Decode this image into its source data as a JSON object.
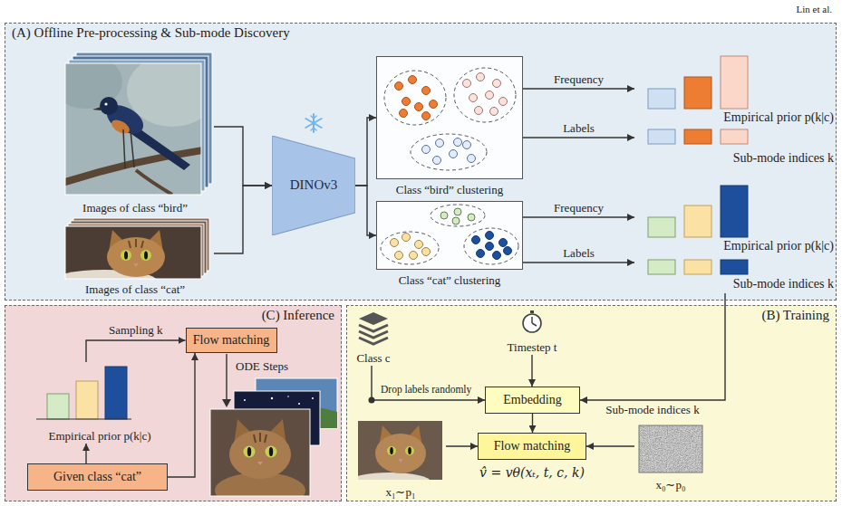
{
  "diagram": {
    "nodes": [
      {
        "text": [
          "(A) Offline Pre-processing & Sub-mode Discovery"
        ]
      },
      {
        "text": [
          "Images of class “bird”"
        ],
        "in": 0
      },
      {
        "text": [
          "Images of class “cat”"
        ],
        "in": 0
      },
      {
        "text": [
          "DINOv3"
        ],
        "in": 0
      },
      {
        "text": [
          "Class “bird” clustering"
        ],
        "in": 0
      },
      {
        "text": [
          "Empirical prior p(k|c)"
        ],
        "in": 0
      },
      {
        "text": [
          "Sub-mode indices k"
        ],
        "in": 0
      },
      {
        "text": [
          "Class “cat” clustering"
        ],
        "in": 0
      },
      {
        "text": [
          "Empirical prior p(k|c)"
        ],
        "in": 0
      },
      {
        "text": [
          "Sub-mode indices k"
        ],
        "in": 0
      },
      {
        "text": [
          "(C) Inference"
        ]
      },
      {
        "text": [
          "Flow matching"
        ],
        "in": 10
      },
      {
        "text": [
          "Empirical prior p(k|c)"
        ],
        "in": 10
      },
      {
        "text": [
          "Given class “cat”"
        ],
        "in": 10
      },
      {
        "text": [
          "(B) Training"
        ]
      },
      {
        "text": [
          "Class c"
        ],
        "in": 14
      },
      {
        "text": [
          "Timestep t"
        ],
        "in": 14
      },
      {
        "text": [
          "Embedding"
        ],
        "in": 14
      },
      {
        "text": [
          "Flow matching"
        ],
        "in": 14
      },
      {
        "text": [
          "x₁∼p₁"
        ],
        "in": 14
      },
      {
        "text": [
          "x₀∼p₀"
        ],
        "in": 14
      }
    ],
    "edges": [
      {
        "from": 1,
        "to": 3,
        "arrow": "to"
      },
      {
        "from": 2,
        "to": 3,
        "arrow": "to"
      },
      {
        "from": 3,
        "to": 4,
        "arrow": "to"
      },
      {
        "from": 3,
        "to": 7,
        "arrow": "to"
      },
      {
        "from": 4,
        "to": 5,
        "label": "Frequency",
        "arrow": "to"
      },
      {
        "from": 4,
        "to": 6,
        "label": "Labels",
        "arrow": "to"
      },
      {
        "from": 7,
        "to": 8,
        "label": "Frequency",
        "arrow": "to"
      },
      {
        "from": 7,
        "to": 9,
        "label": "Labels",
        "arrow": "to"
      },
      {
        "from": 12,
        "to": 11,
        "label": "Sampling k",
        "arrow": "to"
      },
      {
        "from": 13,
        "to": 12,
        "arrow": "to"
      },
      {
        "from": 13,
        "to": 11,
        "arrow": "to"
      },
      {
        "from": 9,
        "to": 17,
        "label": "Sub-mode indices k",
        "arrow": "to"
      },
      {
        "from": 15,
        "to": 17,
        "label": "Drop labels randomly",
        "arrow": "to"
      },
      {
        "from": 16,
        "to": 17,
        "arrow": "to"
      },
      {
        "from": 17,
        "to": 18,
        "arrow": "to"
      },
      {
        "from": 19,
        "to": 18,
        "arrow": "to"
      },
      {
        "from": 20,
        "to": 18,
        "arrow": "to"
      }
    ],
    "labels": [
      "Lin et al.",
      "ODE Steps",
      "v̂ = vθ(xₜ, t, c, k)"
    ]
  }
}
